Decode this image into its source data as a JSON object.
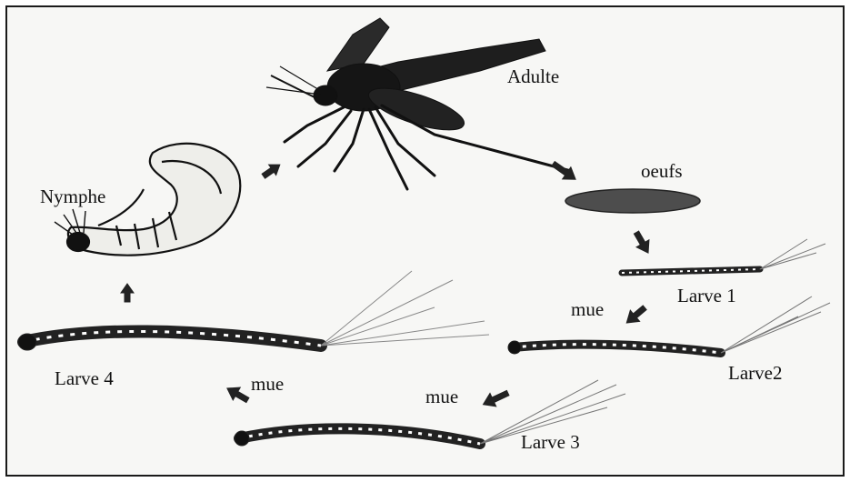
{
  "diagram": {
    "stages": {
      "adult": "Adulte",
      "eggs": "oeufs",
      "larva1": "Larve 1",
      "larva2": "Larve2",
      "larva3": "Larve 3",
      "larva4": "Larve 4",
      "pupa": "Nymphe"
    },
    "molt_labels": [
      "mue",
      "mue",
      "mue"
    ]
  }
}
